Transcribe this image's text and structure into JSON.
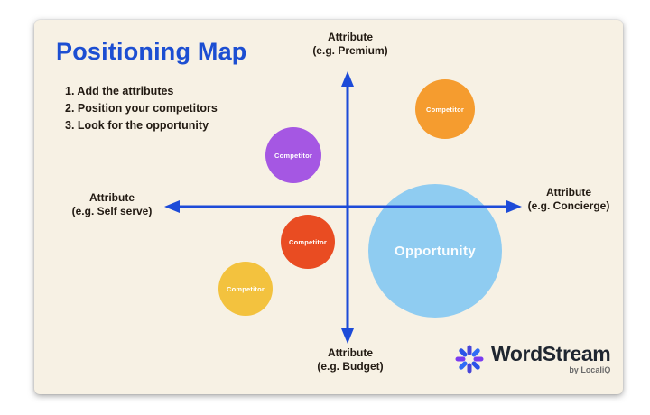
{
  "title": "Positioning Map",
  "title_color": "#1c4ed2",
  "steps": [
    "1. Add the attributes",
    "2. Position your competitors",
    "3. Look for the opportunity"
  ],
  "axes": {
    "color": "#1d4bd8",
    "top": {
      "line1": "Attribute",
      "line2": "(e.g. Premium)"
    },
    "bottom": {
      "line1": "Attribute",
      "line2": "(e.g. Budget)"
    },
    "left": {
      "line1": "Attribute",
      "line2": "(e.g. Self serve)"
    },
    "right": {
      "line1": "Attribute",
      "line2": "(e.g. Concierge)"
    }
  },
  "bubbles": [
    {
      "label": "Competitor",
      "color": "#f59c2f",
      "position": "top-right"
    },
    {
      "label": "Competitor",
      "color": "#a557e3",
      "position": "upper-left-of-center"
    },
    {
      "label": "Competitor",
      "color": "#e94c22",
      "position": "lower-left-of-center"
    },
    {
      "label": "Competitor",
      "color": "#f3c23e",
      "position": "bottom-left"
    },
    {
      "label": "Opportunity",
      "color": "#8fccf1",
      "position": "lower-right-of-center"
    }
  ],
  "logo": {
    "name": "WordStream",
    "byline": "by LocaliQ",
    "icon_colors": [
      "#4845d8",
      "#2f6cf6",
      "#7a3bf0",
      "#2a53e8",
      "#4845d8",
      "#2f6cf6",
      "#7a3bf0",
      "#2a53e8"
    ]
  }
}
